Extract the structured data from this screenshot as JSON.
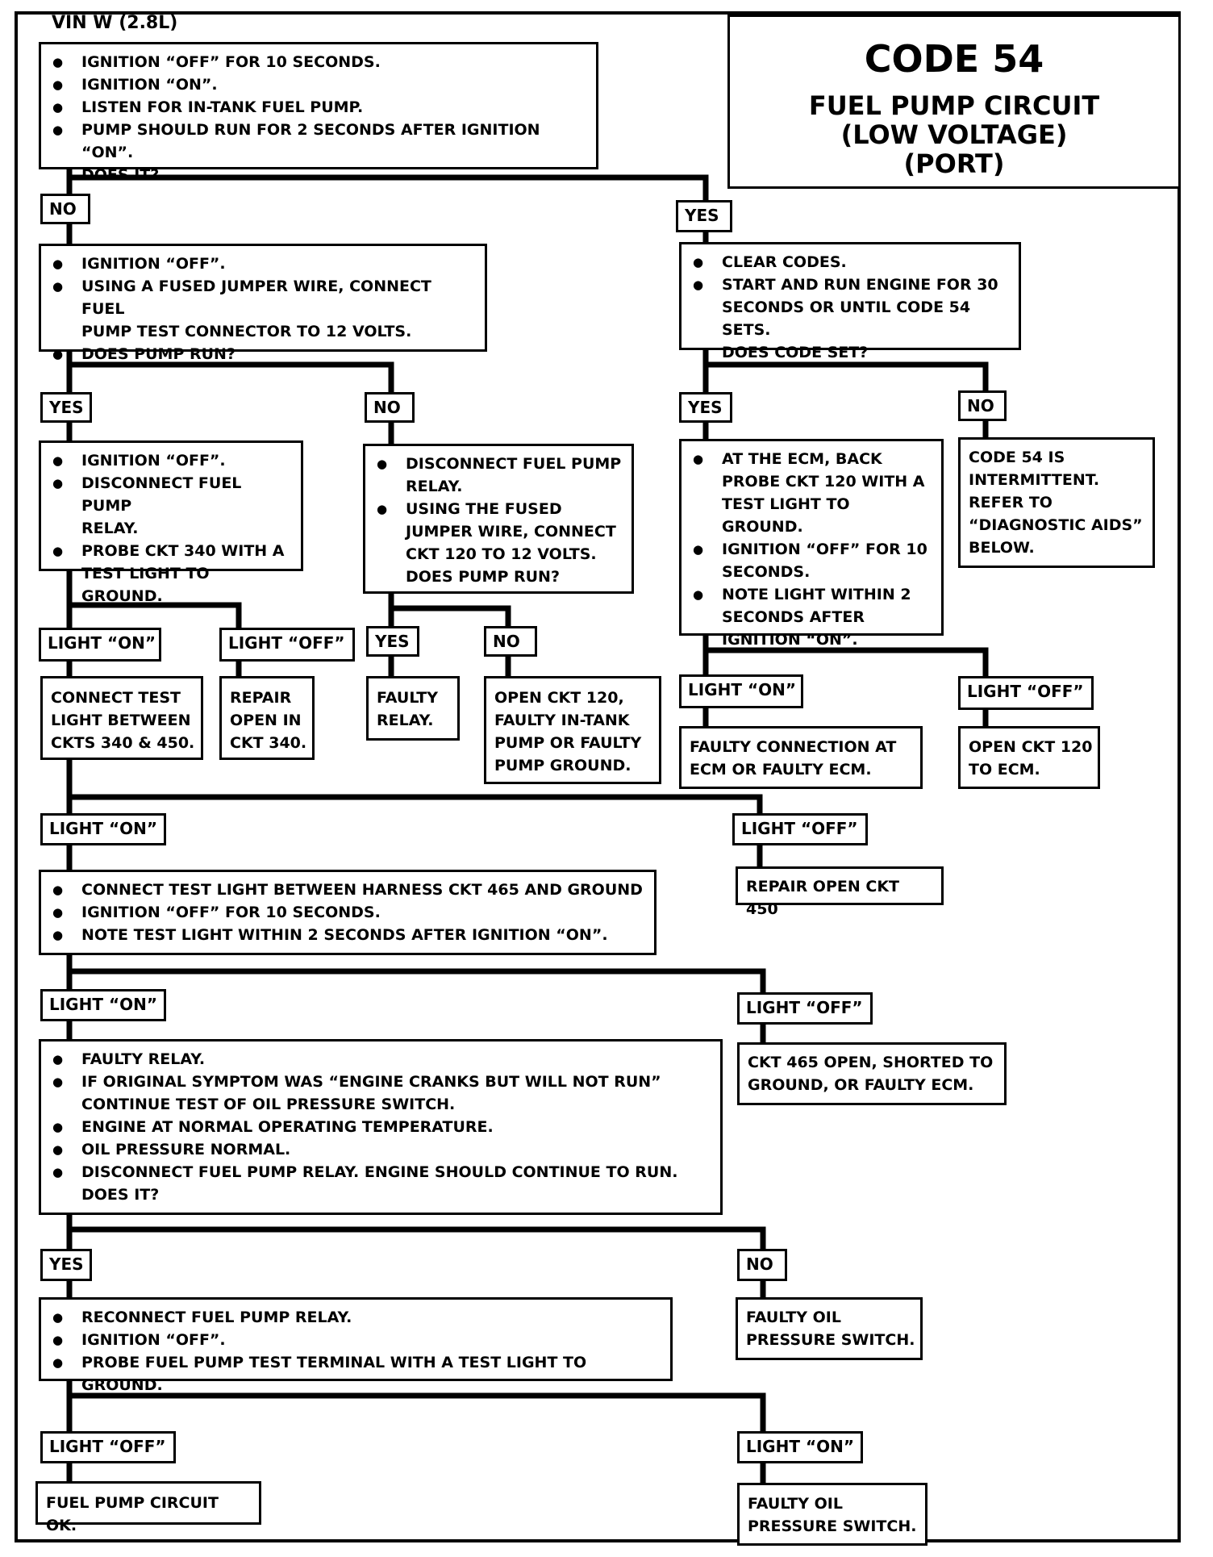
{
  "vin_title": "VIN W (2.8L)",
  "title": {
    "code": "CODE 54",
    "line1": "FUEL PUMP CIRCUIT",
    "line2": "(LOW VOLTAGE)",
    "line3": "(PORT)"
  },
  "steps": {
    "s1": [
      "IGNITION “OFF” FOR 10 SECONDS.",
      "IGNITION “ON”.",
      "LISTEN FOR IN-TANK FUEL PUMP.",
      "PUMP SHOULD RUN FOR 2 SECONDS AFTER IGNITION “ON”.\nDOES IT?"
    ],
    "s2": [
      "IGNITION “OFF”.",
      "USING A FUSED JUMPER WIRE, CONNECT FUEL\nPUMP TEST CONNECTOR TO 12 VOLTS.",
      "DOES PUMP RUN?"
    ],
    "s3": [
      "CLEAR CODES.",
      "START AND RUN ENGINE FOR 30\nSECONDS OR UNTIL CODE 54 SETS.\nDOES CODE SET?"
    ],
    "s4": [
      "IGNITION “OFF”.",
      "DISCONNECT FUEL PUMP\nRELAY.",
      "PROBE CKT 340 WITH A\nTEST LIGHT TO GROUND."
    ],
    "s5": [
      "DISCONNECT FUEL PUMP\nRELAY.",
      "USING THE FUSED\nJUMPER WIRE, CONNECT\nCKT 120 TO 12 VOLTS.\nDOES PUMP RUN?"
    ],
    "s6": [
      "AT THE ECM, BACK\nPROBE CKT 120 WITH A\nTEST LIGHT TO GROUND.",
      "IGNITION “OFF” FOR 10\nSECONDS.",
      "NOTE LIGHT WITHIN 2\nSECONDS AFTER\nIGNITION “ON”."
    ],
    "s7": "CODE 54 IS\nINTERMITTENT.\nREFER TO\n“DIAGNOSTIC AIDS”\n BELOW.",
    "s8": "CONNECT TEST\nLIGHT BETWEEN\nCKTS 340 & 450.",
    "s9": "REPAIR\nOPEN IN\nCKT 340.",
    "s10": "FAULTY\nRELAY.",
    "s11": "OPEN CKT 120,\nFAULTY IN-TANK\nPUMP OR FAULTY\nPUMP GROUND.",
    "s12": "FAULTY CONNECTION AT\nECM OR FAULTY ECM.",
    "s13": "OPEN CKT 120\nTO ECM.",
    "s14": [
      "CONNECT TEST LIGHT BETWEEN HARNESS CKT 465 AND GROUND",
      "IGNITION “OFF” FOR 10 SECONDS.",
      "NOTE TEST LIGHT WITHIN 2 SECONDS AFTER IGNITION “ON”."
    ],
    "s15": "REPAIR OPEN CKT 450",
    "s16": [
      "FAULTY RELAY.",
      "IF ORIGINAL SYMPTOM WAS “ENGINE CRANKS BUT WILL NOT RUN”\nCONTINUE TEST OF OIL PRESSURE SWITCH.",
      "ENGINE AT NORMAL OPERATING TEMPERATURE.",
      "OIL PRESSURE NORMAL.",
      "DISCONNECT FUEL PUMP RELAY.  ENGINE SHOULD CONTINUE TO RUN.\nDOES IT?"
    ],
    "s17": "CKT 465 OPEN, SHORTED TO\nGROUND, OR FAULTY ECM.",
    "s18": [
      "RECONNECT FUEL PUMP RELAY.",
      "IGNITION “OFF”.",
      "PROBE FUEL PUMP TEST TERMINAL WITH A TEST LIGHT TO GROUND."
    ],
    "s19": "FAULTY OIL\nPRESSURE SWITCH.",
    "s20": "FUEL PUMP CIRCUIT OK.",
    "s21": "FAULTY OIL\nPRESSURE SWITCH."
  },
  "labels": {
    "l1": "NO",
    "l2": "YES",
    "l3": "YES",
    "l4": "NO",
    "l5": "YES",
    "l6": "NO",
    "l7": "LIGHT “ON”",
    "l8": "LIGHT “OFF”",
    "l9": "YES",
    "l10": "NO",
    "l11": "LIGHT “ON”",
    "l12": "LIGHT “OFF”",
    "l13": "LIGHT “ON”",
    "l14": "LIGHT “OFF”",
    "l15": "LIGHT “ON”",
    "l16": "LIGHT “OFF”",
    "l17": "YES",
    "l18": "NO",
    "l19": "LIGHT “OFF”",
    "l20": "LIGHT “ON”"
  }
}
